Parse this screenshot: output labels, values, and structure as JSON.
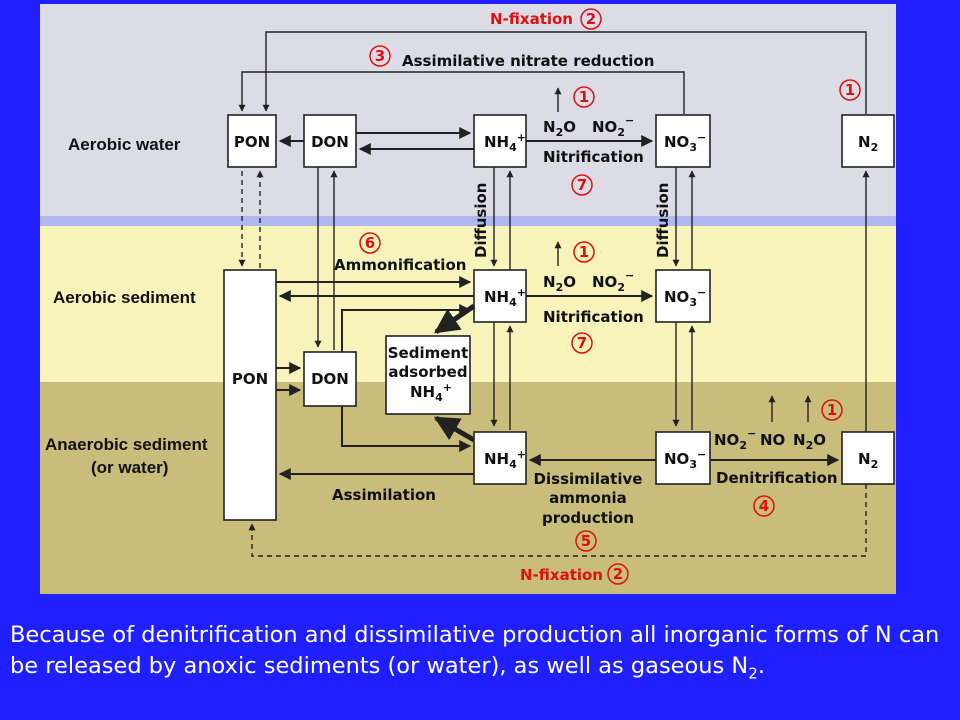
{
  "zones": {
    "aerobic_water": "Aerobic water",
    "aerobic_sediment": "Aerobic sediment",
    "anaerobic_sediment_line1": "Anaerobic sediment",
    "anaerobic_sediment_line2": "(or water)"
  },
  "species": {
    "pon": "PON",
    "don": "DON",
    "nh4": "NH",
    "nh4_sub": "4",
    "nh4_sup": "+",
    "no3": "NO",
    "no3_sub": "3",
    "no3_sup": "−",
    "n2": "N",
    "n2_sub": "2",
    "sediment_adsorbed_line1": "Sediment",
    "sediment_adsorbed_line2": "adsorbed"
  },
  "gases": {
    "n2o": "N",
    "n2o_sub": "2",
    "n2o_end": "O",
    "no2": "NO",
    "no2_sub": "2",
    "no2_sup": "−",
    "no": "NO"
  },
  "processes": {
    "n_fixation": "N-fixation",
    "assimilative_nitrate_reduction": "Assimilative nitrate reduction",
    "nitrification": "Nitrification",
    "ammonification": "Ammonification",
    "diffusion": "Diffusion",
    "assimilation": "Assimilation",
    "dissimilative_line1": "Dissimilative",
    "dissimilative_line2": "ammonia",
    "dissimilative_line3": "production",
    "denitrification": "Denitrification"
  },
  "markers": [
    "1",
    "2",
    "3",
    "4",
    "5",
    "6",
    "7"
  ],
  "colors": {
    "background": "#1f1fff",
    "water_zone": "#dcdce6",
    "boundary_band": "#b0b8f0",
    "aerobic_sediment_zone": "#f8f2bb",
    "anaerobic_zone": "#c9bd7c",
    "marker_red": "#e01010"
  },
  "caption": {
    "text": "Because of denitrification and dissimilative production all inorganic forms of N can be released by anoxic sediments (or water), as well as gaseous N",
    "subscript": "2",
    "end": "."
  }
}
